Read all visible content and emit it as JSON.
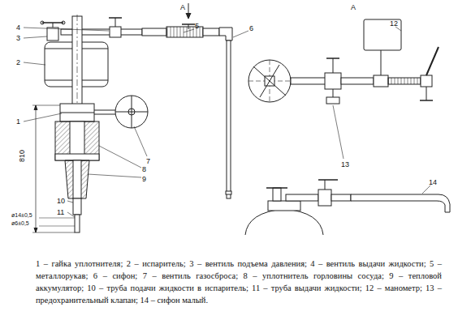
{
  "diagram": {
    "caption": "1 – гайка уплотнителя; 2 – испаритель; 3 – вентиль подъема давления; 4 – вентиль выдачи жидкости; 5 – металлорукав; 6 – сифон; 7 – вентиль газосброса; 8 – уплотнитель горловины сосуда; 9 – тепловой аккумулятор; 10 – труба подачи жидкости в испаритель; 11 – труба выдачи жидкости; 12 – манометр; 13 – предохранительный клапан; 14 – сифон малый.",
    "labels": [
      "А",
      "4",
      "3",
      "2",
      "5",
      "6",
      "1",
      "7",
      "8",
      "9",
      "810",
      "ø14±0,5",
      "ø6±0,5",
      "10",
      "11",
      "А",
      "12",
      "13",
      "14"
    ]
  }
}
